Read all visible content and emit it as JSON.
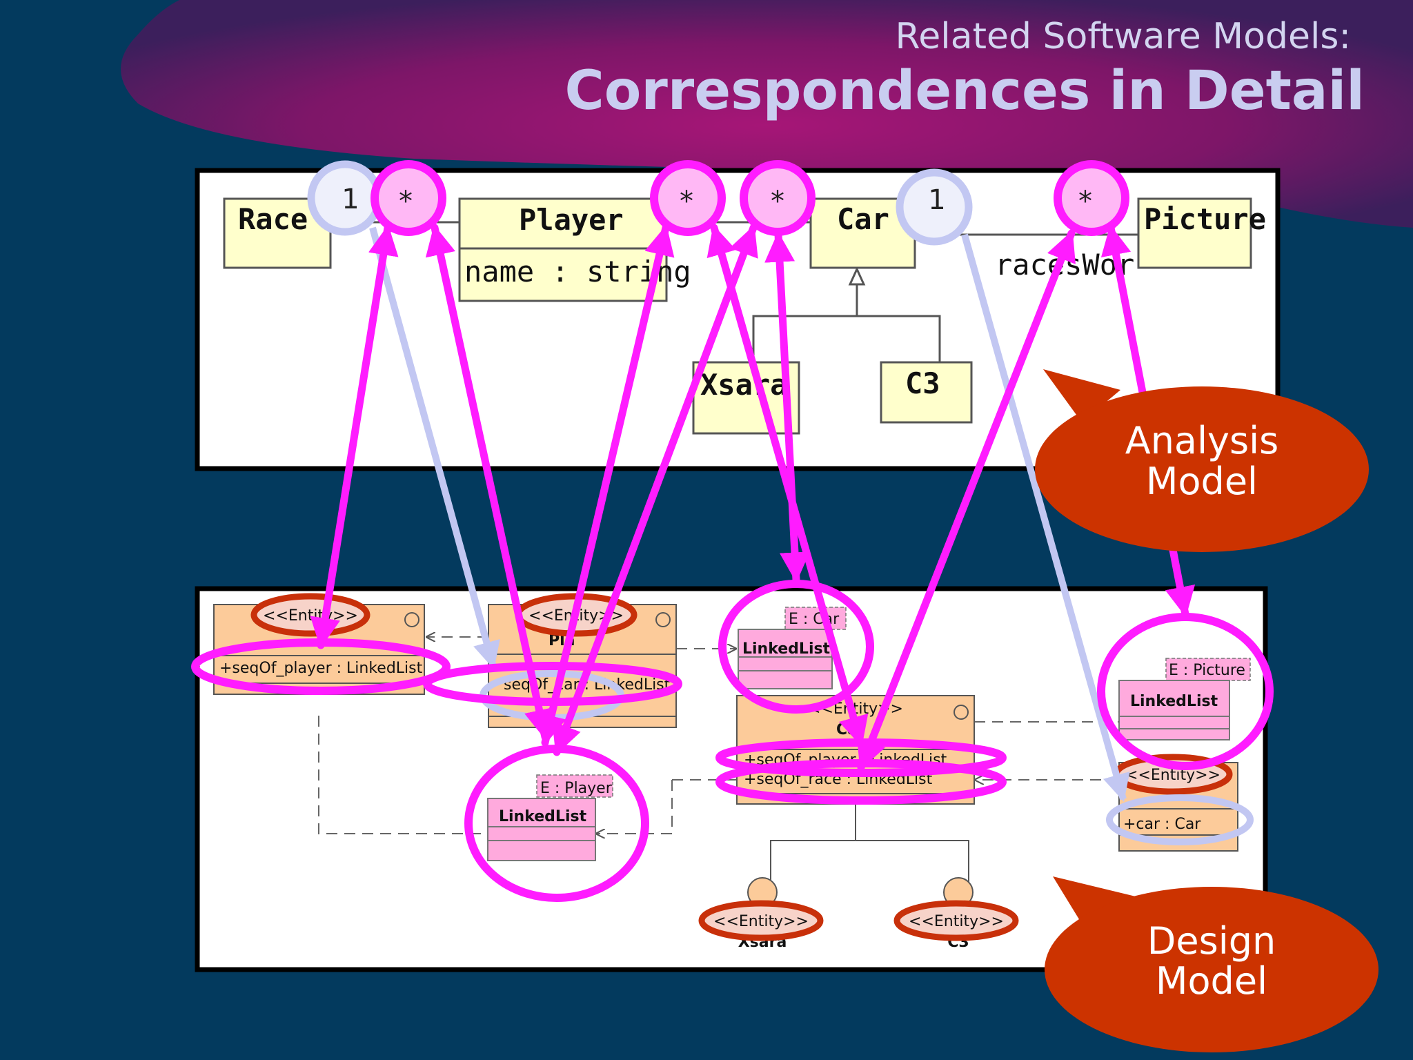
{
  "title": {
    "subtitle": "Related Software Models:",
    "main": "Correspondences in Detail"
  },
  "analysis_model": {
    "classes": [
      "Race",
      "Player",
      "Car",
      "Picture",
      "Xsara",
      "C3"
    ],
    "player_attribute": "name : string",
    "association_label": "racesWor",
    "multiplicities": [
      "1",
      "*",
      "*",
      "*",
      "1",
      "*"
    ]
  },
  "design_model": {
    "stereotype": "<<Entity>>",
    "race_attribute": "+seqOf_player : LinkedList",
    "player_class": "Pla",
    "player_attribute": "seqOf_car : LinkedList",
    "car_class": "Ca",
    "car_attr_1": "+seqOf_player : LinkedList",
    "car_attr_2": "+seqOf_race : LinkedList",
    "picture_attribute": "+car : Car",
    "subclass_labels": [
      "Xsara",
      "C3"
    ],
    "linkedlist_label": "LinkedList",
    "template_player": "E : Player",
    "template_car": "E : Car",
    "template_picture": "E : Picture"
  },
  "callouts": {
    "analysis": [
      "Analysis",
      "Model"
    ],
    "design": [
      "Design",
      "Model"
    ]
  },
  "colors": {
    "background": "#033a5e",
    "highlight_magenta": "#ff1cff",
    "highlight_lavender": "#c2c7f2",
    "entity_red": "#c8300a",
    "callout_red": "#cc3300",
    "class_yellow": "#ffffcc",
    "design_orange": "#fccb9a"
  }
}
